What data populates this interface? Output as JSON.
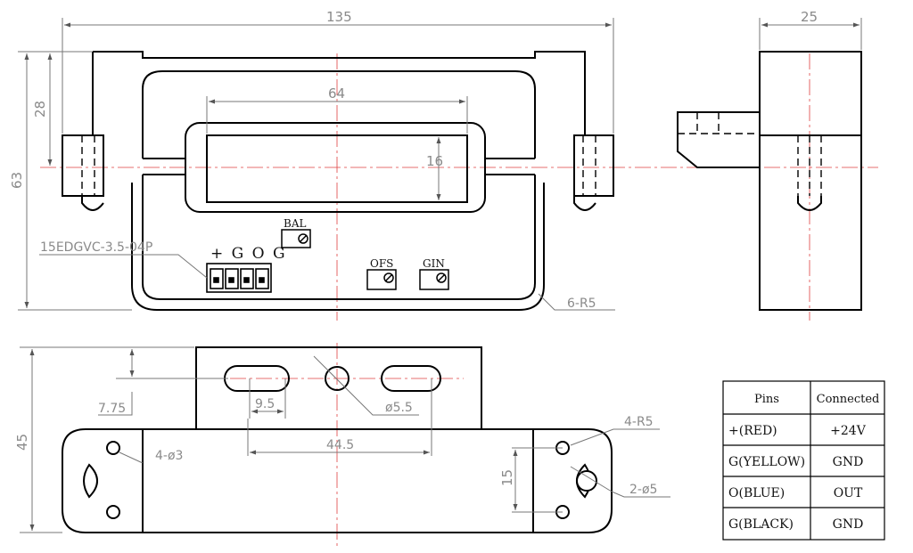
{
  "dimensions": {
    "overall_width": "135",
    "side_width": "25",
    "window_width": "64",
    "window_height": "16",
    "upper_height": "28",
    "overall_height": "63",
    "base_height": "45",
    "slot_offset": "7.75",
    "slot_width": "9.5",
    "slot_spacing": "44.5",
    "hole_center": "ø5.5",
    "mount_holes": "4-ø3",
    "corner_radius_base": "4-R5",
    "ear_holes": "2-ø5",
    "ear_pitch": "15",
    "corner_radius_top": "6-R5"
  },
  "labels": {
    "connector": "15EDGVC-3.5-04P",
    "pin_marks": "+ G O G",
    "bal": "BAL",
    "ofs": "OFS",
    "gin": "GIN"
  },
  "pin_table": {
    "headers": [
      "Pins",
      "Connected"
    ],
    "rows": [
      {
        "pin": "+(RED)",
        "conn": "+24V"
      },
      {
        "pin": "G(YELLOW)",
        "conn": "GND"
      },
      {
        "pin": "O(BLUE)",
        "conn": "OUT"
      },
      {
        "pin": "G(BLACK)",
        "conn": "GND"
      }
    ]
  },
  "colors": {
    "outline": "#000000",
    "dimension": "#8a8a8a",
    "centerline": "#e04040"
  }
}
